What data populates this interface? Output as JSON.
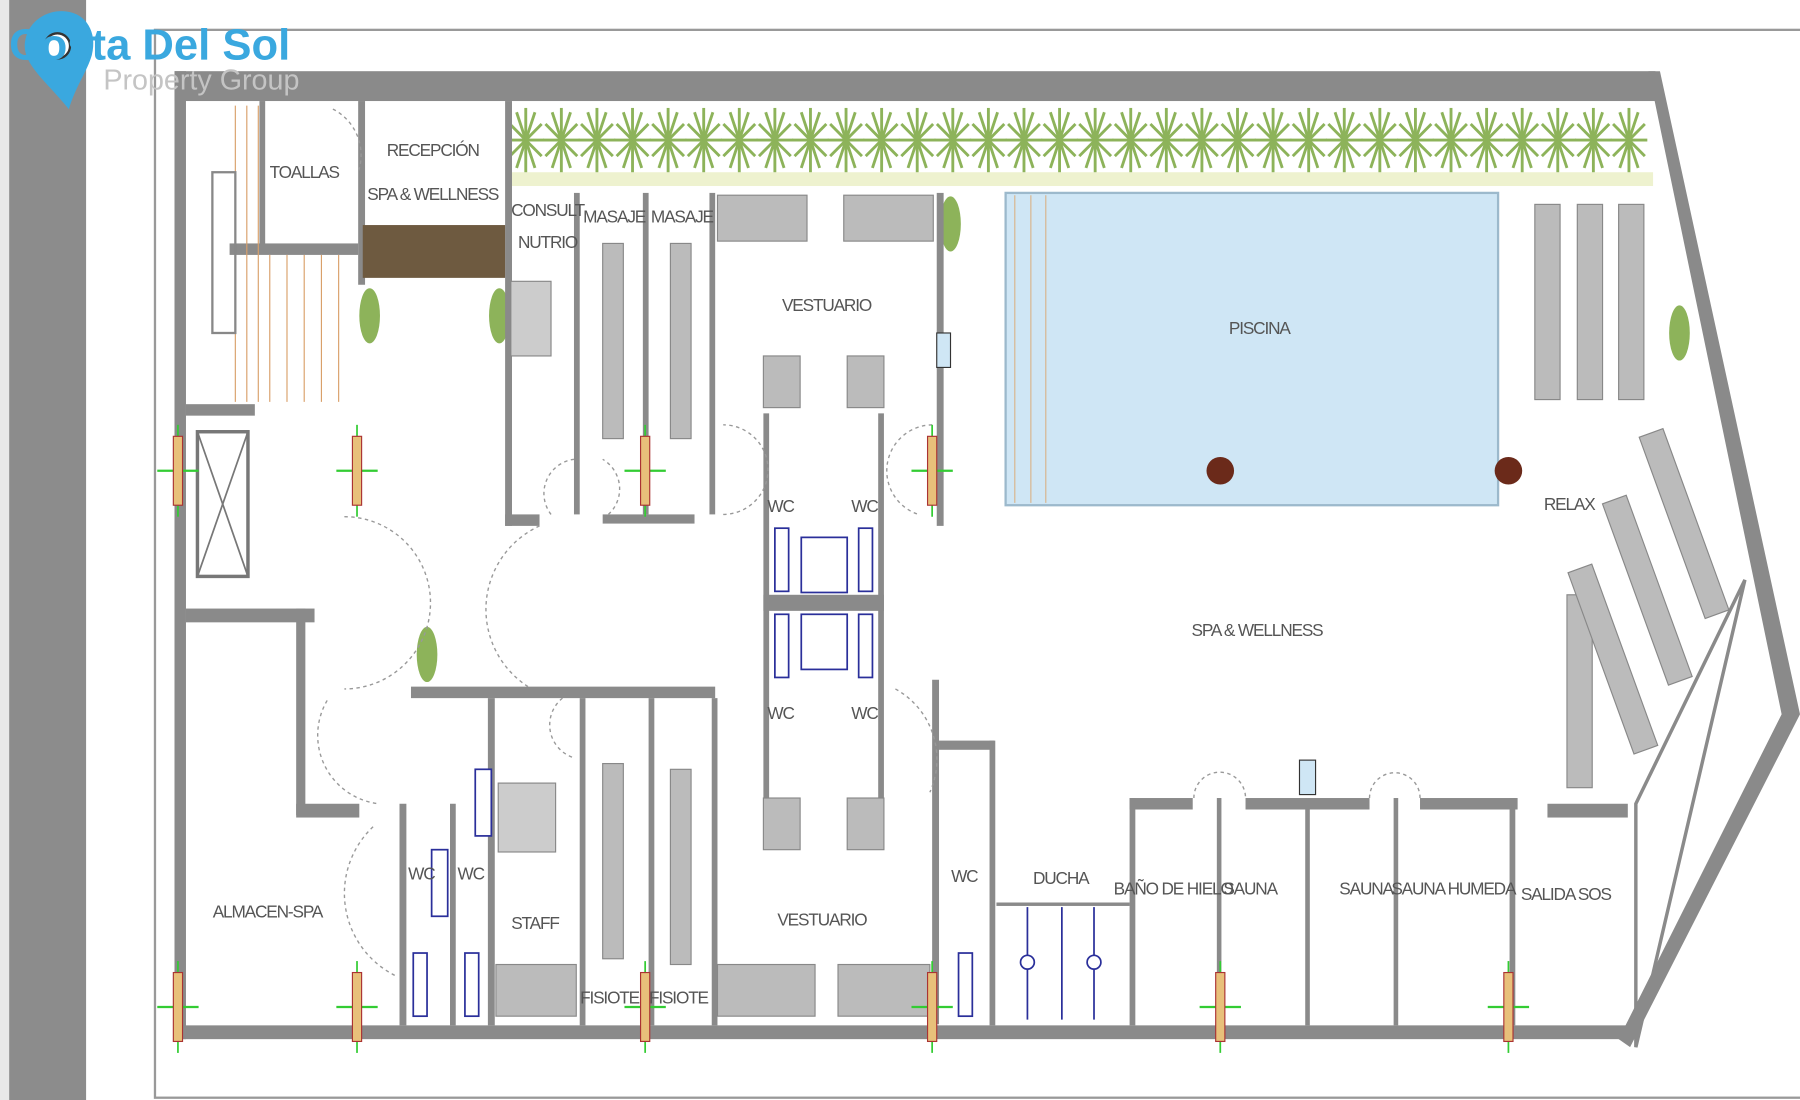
{
  "logo": {
    "name": "Costa Del Sol",
    "tagline": "Property Group",
    "color": "#3aa8df"
  },
  "colors": {
    "wall": "#8a8a8a",
    "pool": "#cfe6f5",
    "plants": "#8db35a",
    "fixtures": "#2a2f9a",
    "sidebar": "#8c8c8c"
  },
  "rooms": {
    "toallas": "TOALLAS",
    "recepcion_1": "RECEPCIÓN",
    "recepcion_2": "SPA & WELLNESS",
    "consult_1": "CONSULT",
    "consult_2": "NUTRIO",
    "masaje_a": "MASAJE",
    "masaje_b": "MASAJE",
    "vestuario_top": "VESTUARIO",
    "piscina": "PISCINA",
    "relax": "RELAX",
    "spa_wellness": "SPA & WELLNESS",
    "wc_1": "WC",
    "wc_2": "WC",
    "wc_3": "WC",
    "wc_4": "WC",
    "almacen": "ALMACEN-SPA",
    "wc_5": "WC",
    "wc_6": "WC",
    "staff": "STAFF",
    "fisiote_a": "FISIOTE",
    "fisiote_b": "FISIOTE",
    "vestuario_bottom": "VESTUARIO",
    "wc_7": "WC",
    "ducha": "DUCHA",
    "bano_hielo": "BAÑO DE HIELO",
    "sauna_a": "SAUNA",
    "sauna_b": "SAUNA",
    "sauna_humeda": "SAUNA HUMEDA",
    "salida": "SALIDA SOS"
  }
}
